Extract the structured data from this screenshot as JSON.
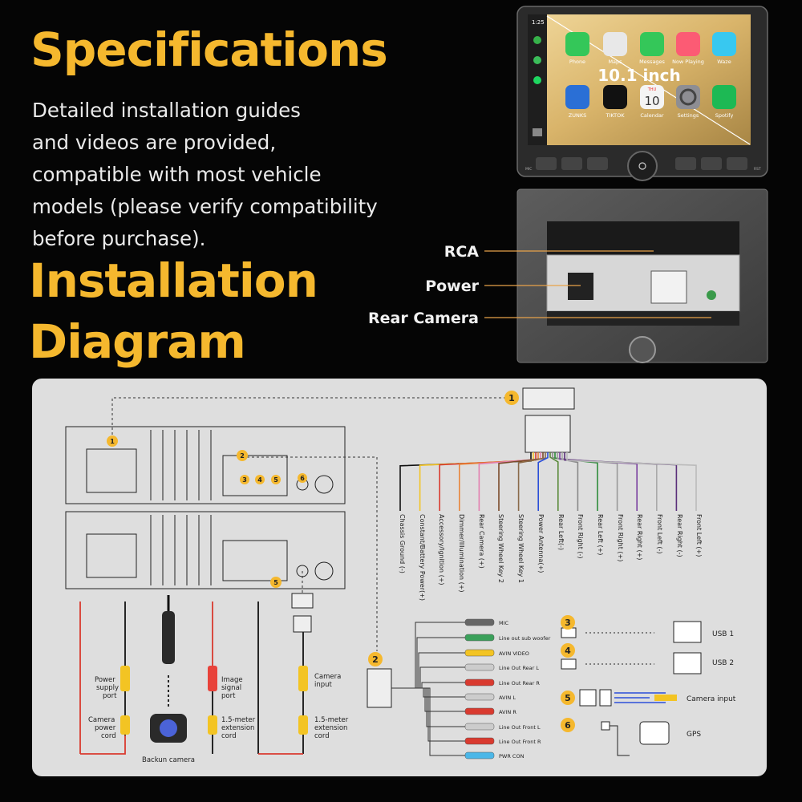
{
  "page": {
    "title_specifications": "Specifications",
    "description_lines": [
      "Detailed installation guides",
      "and videos are provided,",
      "compatible with most vehicle",
      "models (please verify compatibility",
      "before purchase)."
    ],
    "title_installation": "Installation",
    "title_diagram": "Diagram"
  },
  "screen": {
    "time": "1:25",
    "size_label": "10.1 inch",
    "apps_row1": [
      "Phone",
      "Maps",
      "Messages",
      "Now Playing",
      "Waze"
    ],
    "apps_row2": [
      "ZUNKS",
      "TIKTOK",
      "Calendar",
      "Settings",
      "Spotify"
    ],
    "calendar_day": "THU",
    "calendar_date": "10",
    "label_mic": "MIC",
    "label_rst": "RST"
  },
  "back_panel": {
    "rca": "RCA",
    "power": "Power",
    "rear_camera": "Rear Camera"
  },
  "wires": [
    "Chassis Ground (-)",
    "Constant/Battery Power(+)",
    "Accessory/Ignition (+)",
    "Dimmer/Illumination (+)",
    "Rear Camera (+)",
    "Steering Wheel Key 2",
    "Steering Wheel Key 1",
    "Power Antenna(+)",
    "Rear Left(-)",
    "Front Right (-)",
    "Rear Left (+)",
    "Front Right (+)",
    "Rear Right (+)",
    "Front Left (-)",
    "Rear Right (-)",
    "Front Left (+)"
  ],
  "rca_lines": [
    "MIC",
    "Line out sub woofer",
    "AVIN VIDEO",
    "Line Out Rear L",
    "Line Out Rear R",
    "AVIN L",
    "AVIN R",
    "Line Out Front L",
    "Line Out Front R",
    "PWR CON"
  ],
  "numbers": [
    "1",
    "2",
    "3",
    "4",
    "5",
    "6"
  ],
  "right_labels": {
    "usb1": "USB 1",
    "usb2": "USB 2",
    "camera_input": "Camera input",
    "gps": "GPS"
  },
  "camera_labels": {
    "power_supply_port": [
      "Power",
      "supply",
      "port"
    ],
    "camera_power_cord": [
      "Camera",
      "power",
      "cord"
    ],
    "image_signal_port": [
      "Image",
      "signal",
      "port"
    ],
    "extension_cord_1": [
      "1.5-meter",
      "extension",
      "cord"
    ],
    "camera_input": [
      "Camera",
      "input"
    ],
    "extension_cord_2": [
      "1.5-meter",
      "extension",
      "cord"
    ],
    "backup_camera": "Backun camera"
  }
}
